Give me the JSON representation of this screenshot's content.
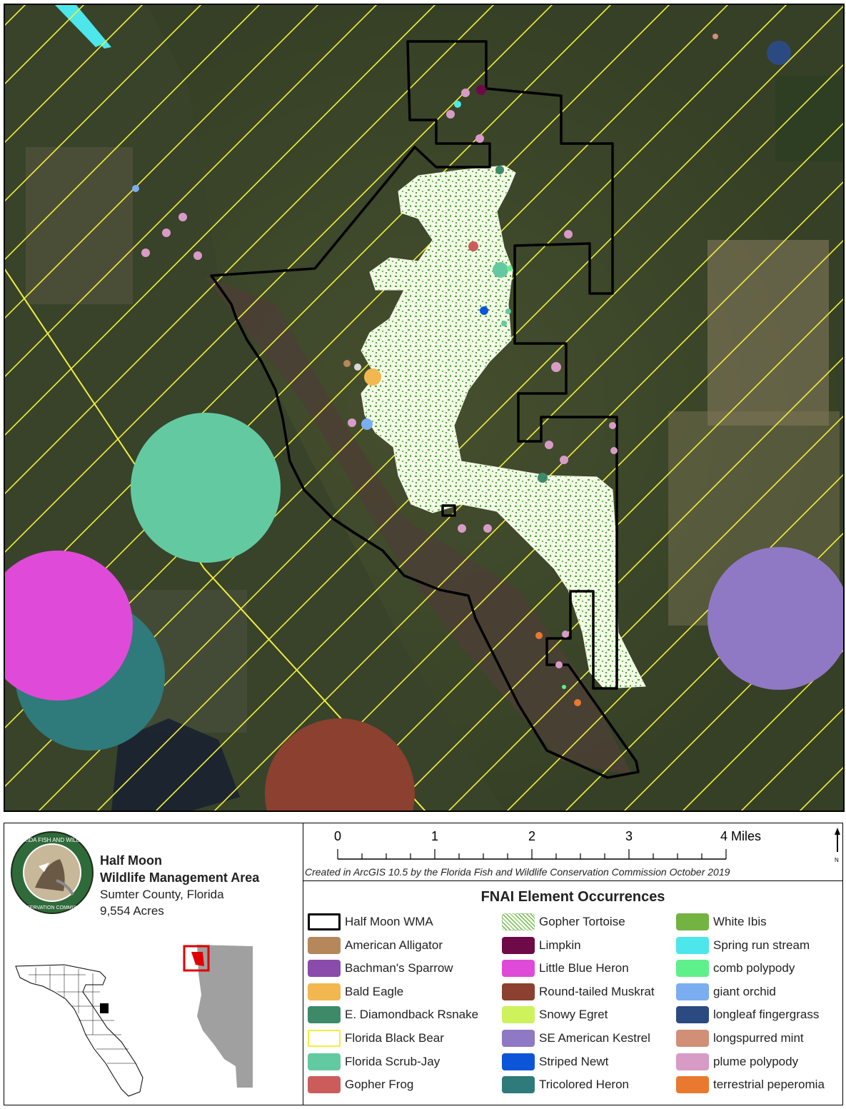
{
  "map": {
    "basemap": "aerial-imagery",
    "colors": {
      "boundary": "#000000",
      "bear_range_hatch": "#f2ef3a",
      "scrub_jay": "#63c9a0",
      "little_blue_heron": "#e04ad8",
      "tricolored_heron": "#2f7a7a",
      "muskrat": "#8b4030",
      "kestrel": "#8f78c4",
      "gopher_tortoise_fill": "#f5fbe8",
      "gopher_tortoise_stipple": "#4fa63a",
      "spring_run_stream": "#4de6ea",
      "plume_polypody": "#d89bc6",
      "longleaf_fingergrass": "#2c4a82"
    }
  },
  "info": {
    "title_line1": "Half Moon",
    "title_line2": "Wildlife Management Area",
    "county": "Sumter County, Florida",
    "acres": "9,554 Acres",
    "seal_top_text": "FLORIDA FISH AND WILDLIFE",
    "seal_bottom_text": "CONSERVATION COMMISSION"
  },
  "scale": {
    "ticks": [
      "0",
      "1",
      "2",
      "3",
      "4 Miles"
    ],
    "credit": "Created in ArcGIS 10.5 by the Florida Fish and Wildlife Conservation Commission October 2019",
    "north_label": "N"
  },
  "legend": {
    "title": "FNAI Element Occurrences",
    "items": [
      {
        "label": "Half Moon WMA",
        "style": "outline",
        "color": "#000000"
      },
      {
        "label": "American Alligator",
        "style": "fill",
        "color": "#b5875a"
      },
      {
        "label": "Bachman's Sparrow",
        "style": "fill",
        "color": "#8b4bab"
      },
      {
        "label": "Bald Eagle",
        "style": "fill",
        "color": "#f2b84f"
      },
      {
        "label": "E. Diamondback Rsnake",
        "style": "fill",
        "color": "#3d8a68"
      },
      {
        "label": "Florida Black Bear",
        "style": "outline-yellow",
        "color": "#f2ef3a"
      },
      {
        "label": "Florida Scrub-Jay",
        "style": "fill",
        "color": "#63c9a0"
      },
      {
        "label": "Gopher Frog",
        "style": "fill",
        "color": "#cc5c5c"
      },
      {
        "label": "Gopher Tortoise",
        "style": "stipple",
        "color": "#4fa63a"
      },
      {
        "label": "Limpkin",
        "style": "fill",
        "color": "#6e0a48"
      },
      {
        "label": "Little Blue Heron",
        "style": "fill",
        "color": "#e04ad8"
      },
      {
        "label": "Round-tailed Muskrat",
        "style": "fill",
        "color": "#8b4030"
      },
      {
        "label": "Snowy Egret",
        "style": "fill",
        "color": "#cdf25c"
      },
      {
        "label": "SE American Kestrel",
        "style": "fill",
        "color": "#8f78c4"
      },
      {
        "label": "Striped Newt",
        "style": "fill",
        "color": "#0d55d8"
      },
      {
        "label": "Tricolored Heron",
        "style": "fill",
        "color": "#2f7a7a"
      },
      {
        "label": "White Ibis",
        "style": "fill",
        "color": "#73b342"
      },
      {
        "label": "Spring run stream",
        "style": "fill",
        "color": "#4de6ea"
      },
      {
        "label": "comb polypody",
        "style": "fill",
        "color": "#5ef08a"
      },
      {
        "label": "giant orchid",
        "style": "fill",
        "color": "#7aaef0"
      },
      {
        "label": "longleaf fingergrass",
        "style": "fill",
        "color": "#2c4a82"
      },
      {
        "label": "longspurred mint",
        "style": "fill",
        "color": "#d18f78"
      },
      {
        "label": "plume polypody",
        "style": "fill",
        "color": "#d89bc6"
      },
      {
        "label": "terrestrial peperomia",
        "style": "fill",
        "color": "#e8792e"
      }
    ]
  }
}
